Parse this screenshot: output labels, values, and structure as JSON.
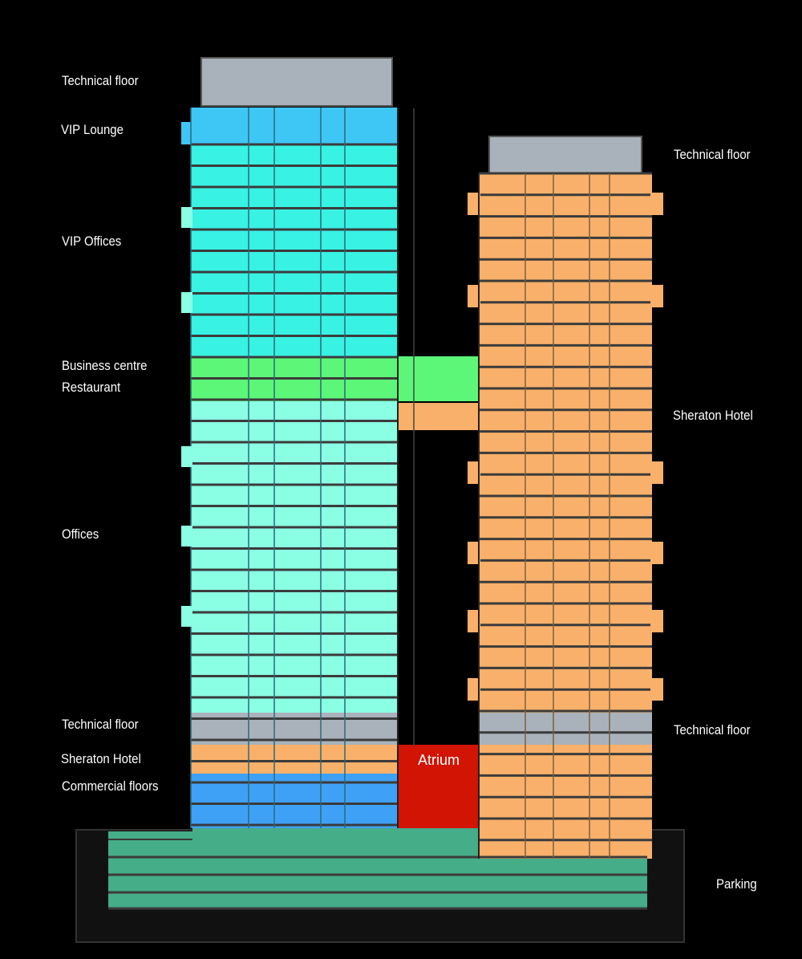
{
  "colors": {
    "background": "#000000",
    "technical": "#a9b2ba",
    "vip_lounge": "#3ec6f5",
    "vip_offices": "#38f2e4",
    "business": "#5cf778",
    "offices": "#8affe4",
    "hotel": "#f9b06a",
    "commercial": "#3fa1f6",
    "atrium": "#d11404",
    "parking": "#45ad88",
    "floor_line": "#3b3b3b"
  },
  "left_tower_labels": {
    "technical_top": "Technical floor",
    "vip_lounge": "VIP Lounge",
    "vip_offices": "VIP Offices",
    "business_centre": "Business centre",
    "restaurant": "Restaurant",
    "offices": "Offices",
    "technical_bottom": "Technical floor",
    "sheraton_hotel": "Sheraton Hotel",
    "commercial_floors": "Commercial floors"
  },
  "right_tower_labels": {
    "technical_top": "Technical floor",
    "sheraton_hotel": "Sheraton Hotel",
    "technical_bottom": "Technical floor",
    "parking": "Parking"
  },
  "atrium_label": "Atrium"
}
